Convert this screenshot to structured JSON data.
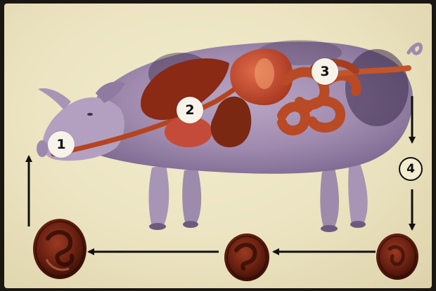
{
  "diagram": {
    "steps": [
      {
        "id": "step-1",
        "label": "1"
      },
      {
        "id": "step-2",
        "label": "2"
      },
      {
        "id": "step-3",
        "label": "3"
      },
      {
        "id": "step-4",
        "label": "4"
      }
    ]
  }
}
